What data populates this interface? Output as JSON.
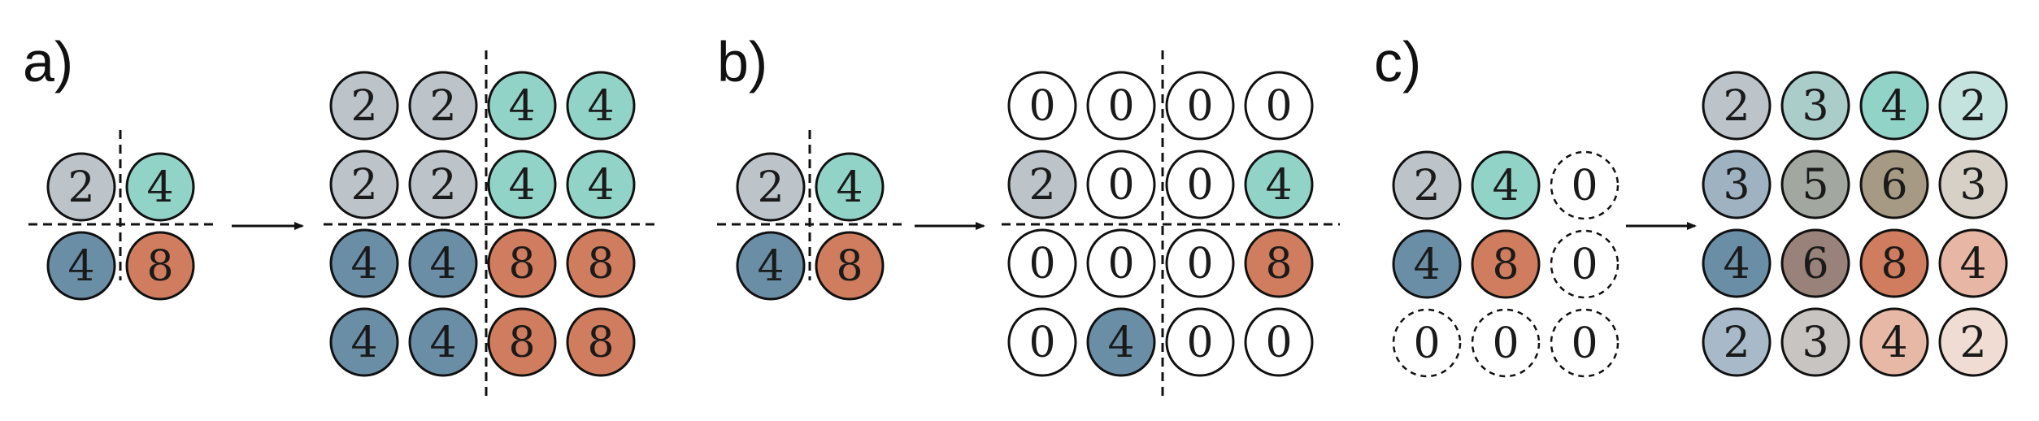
{
  "colors": {
    "gray": "#bcc3c9",
    "teal": "#92d3c8",
    "steel": "#6b8ea7",
    "orange": "#cf7d5e",
    "white": "#ffffff",
    "c_3a": "#abcdca",
    "c_2b": "#c4e3df",
    "c_3b": "#9fb2c2",
    "c_5": "#a2a79f",
    "c_6a": "#a69a85",
    "c_3c": "#d6d0c6",
    "c_6b": "#988279",
    "c_4b": "#e8b6a5",
    "c_2c": "#a8bac9",
    "c_3d": "#c8c4c1",
    "c_4c": "#e7b8a6",
    "c_2d": "#f0dcd2"
  },
  "panels": [
    {
      "label": "a)",
      "input": [
        [
          {
            "v": "2",
            "c": "gray"
          },
          {
            "v": "4",
            "c": "teal"
          }
        ],
        [
          {
            "v": "4",
            "c": "steel"
          },
          {
            "v": "8",
            "c": "orange"
          }
        ]
      ],
      "output": [
        [
          {
            "v": "2",
            "c": "gray"
          },
          {
            "v": "2",
            "c": "gray"
          },
          {
            "v": "4",
            "c": "teal"
          },
          {
            "v": "4",
            "c": "teal"
          }
        ],
        [
          {
            "v": "2",
            "c": "gray"
          },
          {
            "v": "2",
            "c": "gray"
          },
          {
            "v": "4",
            "c": "teal"
          },
          {
            "v": "4",
            "c": "teal"
          }
        ],
        [
          {
            "v": "4",
            "c": "steel"
          },
          {
            "v": "4",
            "c": "steel"
          },
          {
            "v": "8",
            "c": "orange"
          },
          {
            "v": "8",
            "c": "orange"
          }
        ],
        [
          {
            "v": "4",
            "c": "steel"
          },
          {
            "v": "4",
            "c": "steel"
          },
          {
            "v": "8",
            "c": "orange"
          },
          {
            "v": "8",
            "c": "orange"
          }
        ]
      ]
    },
    {
      "label": "b)",
      "input": [
        [
          {
            "v": "2",
            "c": "gray"
          },
          {
            "v": "4",
            "c": "teal"
          }
        ],
        [
          {
            "v": "4",
            "c": "steel"
          },
          {
            "v": "8",
            "c": "orange"
          }
        ]
      ],
      "output": [
        [
          {
            "v": "0",
            "c": "white"
          },
          {
            "v": "0",
            "c": "white"
          },
          {
            "v": "0",
            "c": "white"
          },
          {
            "v": "0",
            "c": "white"
          }
        ],
        [
          {
            "v": "2",
            "c": "gray"
          },
          {
            "v": "0",
            "c": "white"
          },
          {
            "v": "0",
            "c": "white"
          },
          {
            "v": "4",
            "c": "teal"
          }
        ],
        [
          {
            "v": "0",
            "c": "white"
          },
          {
            "v": "0",
            "c": "white"
          },
          {
            "v": "0",
            "c": "white"
          },
          {
            "v": "8",
            "c": "orange"
          }
        ],
        [
          {
            "v": "0",
            "c": "white"
          },
          {
            "v": "4",
            "c": "steel"
          },
          {
            "v": "0",
            "c": "white"
          },
          {
            "v": "0",
            "c": "white"
          }
        ]
      ]
    },
    {
      "label": "c)",
      "input": [
        [
          {
            "v": "2",
            "c": "gray"
          },
          {
            "v": "4",
            "c": "teal"
          },
          {
            "v": "0",
            "c": "white",
            "dashed": true
          }
        ],
        [
          {
            "v": "4",
            "c": "steel"
          },
          {
            "v": "8",
            "c": "orange"
          },
          {
            "v": "0",
            "c": "white",
            "dashed": true
          }
        ],
        [
          {
            "v": "0",
            "c": "white",
            "dashed": true
          },
          {
            "v": "0",
            "c": "white",
            "dashed": true
          },
          {
            "v": "0",
            "c": "white",
            "dashed": true
          }
        ]
      ],
      "output": [
        [
          {
            "v": "2",
            "c": "gray"
          },
          {
            "v": "3",
            "c": "c_3a"
          },
          {
            "v": "4",
            "c": "teal"
          },
          {
            "v": "2",
            "c": "c_2b"
          }
        ],
        [
          {
            "v": "3",
            "c": "c_3b"
          },
          {
            "v": "5",
            "c": "c_5"
          },
          {
            "v": "6",
            "c": "c_6a"
          },
          {
            "v": "3",
            "c": "c_3c"
          }
        ],
        [
          {
            "v": "4",
            "c": "steel"
          },
          {
            "v": "6",
            "c": "c_6b"
          },
          {
            "v": "8",
            "c": "orange"
          },
          {
            "v": "4",
            "c": "c_4b"
          }
        ],
        [
          {
            "v": "2",
            "c": "c_2c"
          },
          {
            "v": "3",
            "c": "c_3d"
          },
          {
            "v": "4",
            "c": "c_4c"
          },
          {
            "v": "2",
            "c": "c_2d"
          }
        ]
      ]
    }
  ]
}
